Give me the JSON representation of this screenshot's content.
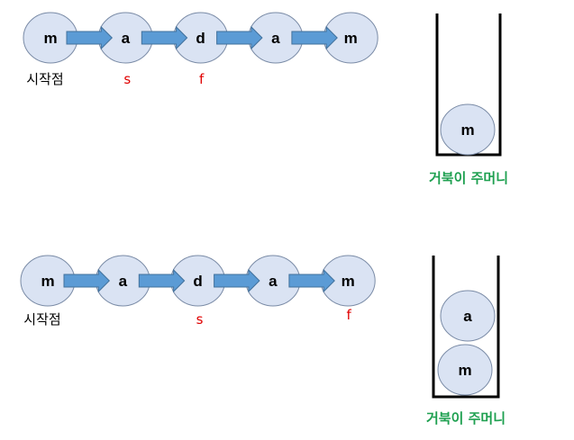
{
  "colors": {
    "node_fill": "#dae3f3",
    "node_stroke": "#7a8ba6",
    "arrow_fill": "#5b9bd5",
    "arrow_stroke": "#41719c",
    "pointer_label": "#e00000",
    "bag_label": "#1ea050"
  },
  "rows": [
    {
      "nodes": [
        "m",
        "a",
        "d",
        "a",
        "m"
      ],
      "start_label": "시작점",
      "s_label": "s",
      "s_index": 1,
      "f_label": "f",
      "f_index": 2,
      "bag": {
        "items_top_to_bottom": [
          "m"
        ],
        "label": "거북이 주머니"
      }
    },
    {
      "nodes": [
        "m",
        "a",
        "d",
        "a",
        "m"
      ],
      "start_label": "시작점",
      "s_label": "s",
      "s_index": 2,
      "f_label": "f",
      "f_index": 4,
      "bag": {
        "items_top_to_bottom": [
          "a",
          "m"
        ],
        "label": "거북이 주머니"
      }
    }
  ]
}
